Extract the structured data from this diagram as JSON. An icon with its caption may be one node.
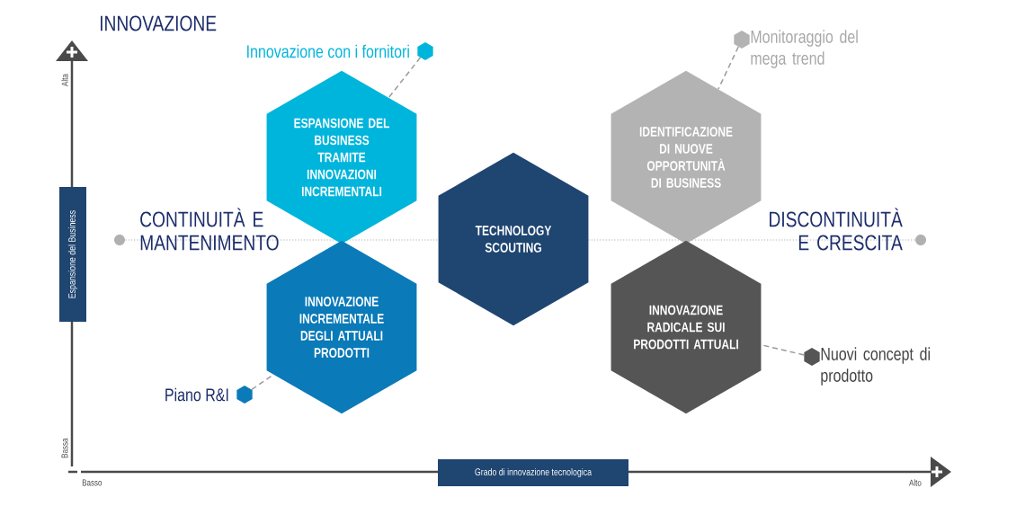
{
  "diagram": {
    "title": "INNOVAZIONE",
    "nodes": [
      {
        "text": [],
        "shape": "hexagon",
        "beside": [
          "Innovazione con i fornitori"
        ]
      },
      {
        "text": [],
        "shape": "hexagon",
        "beside": [
          "Monitoraggio del mega trend"
        ]
      },
      {
        "text": [
          "ESPANSIONE DEL BUSINESS TRAMITE INNOVAZIONI INCREMENTALI"
        ]
      },
      {
        "text": [
          "IDENTIFICAZIONE DI NUOVE OPPORTUNITÀ DI BUSINESS"
        ]
      },
      {
        "text": [
          "Espansione del Business"
        ]
      },
      {
        "text": [
          "TECHNOLOGY SCOUTING"
        ]
      },
      {
        "text": [
          "INNOVAZIONE INCREMENTALE DEGLI ATTUALI PRODOTTI"
        ]
      },
      {
        "text": [
          "INNOVAZIONE RADICALE SUI PRODOTTI ATTUALI"
        ]
      },
      {
        "text": [],
        "shape": "hexagon",
        "beside": [
          "Nuovi concept di prodotto"
        ]
      },
      {
        "text": [],
        "shape": "hexagon",
        "beside": [
          "Piano R&I"
        ]
      },
      {
        "text": [
          "Grado di innovazione tecnologica"
        ]
      }
    ],
    "edges": [
      {
        "from": 0,
        "to": 2,
        "arrow": "none",
        "style": "dashed"
      },
      {
        "from": 1,
        "to": 3,
        "arrow": "none",
        "style": "dashed"
      },
      {
        "from": 9,
        "to": 6,
        "arrow": "none",
        "style": "dashed"
      },
      {
        "from": 8,
        "to": 7,
        "arrow": "none",
        "style": "dashed"
      }
    ],
    "labels": [
      "Alta",
      "CONTINUITÀ E MANTENIMENTO",
      "DISCONTINUITÀ E CRESCITA",
      "Bassa",
      "Basso",
      "Alto"
    ]
  }
}
